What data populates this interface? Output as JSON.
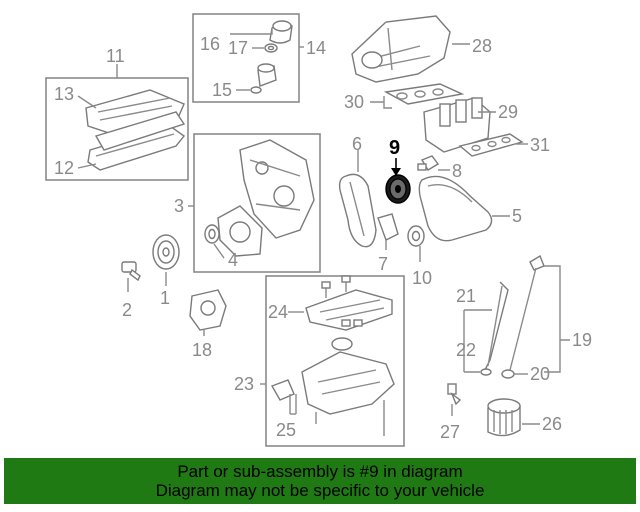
{
  "highlighted_part": "9",
  "callouts": {
    "c1": "1",
    "c2": "2",
    "c3": "3",
    "c4": "4",
    "c5": "5",
    "c6": "6",
    "c7": "7",
    "c8": "8",
    "c9": "9",
    "c10": "10",
    "c11": "11",
    "c12": "12",
    "c13": "13",
    "c14": "14",
    "c15": "15",
    "c16": "16",
    "c17": "17",
    "c18": "18",
    "c19": "19",
    "c20": "20",
    "c21": "21",
    "c22": "22",
    "c23": "23",
    "c24": "24",
    "c25": "25",
    "c26": "26",
    "c27": "27",
    "c28": "28",
    "c29": "29",
    "c30": "30",
    "c31": "31"
  },
  "banner": {
    "line1": "Part or sub-assembly is #9 in diagram",
    "line2": "Diagram may not be specific to your vehicle",
    "color": "#1f7a14"
  },
  "colors": {
    "label": "#8a8a8a",
    "highlight": "#000000",
    "part_fill": "#ffffff",
    "part_stroke": "#7a7a7a"
  }
}
